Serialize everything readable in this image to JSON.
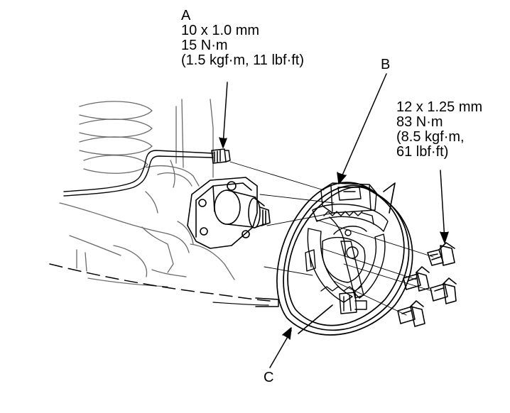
{
  "callouts": {
    "A": {
      "letter": "A",
      "lines": [
        "10 x 1.0 mm",
        "15 N·m",
        "(1.5 kgf·m, 11 lbf·ft)"
      ]
    },
    "B": {
      "letter": "B"
    },
    "C": {
      "letter": "C"
    },
    "bolts": {
      "lines": [
        "12 x 1.25 mm",
        "83 N·m",
        "(8.5 kgf·m,",
        "61 lbf·ft)"
      ]
    }
  },
  "colors": {
    "ink": "#000000",
    "paper": "#ffffff",
    "ghost": "#6a6a6a"
  }
}
